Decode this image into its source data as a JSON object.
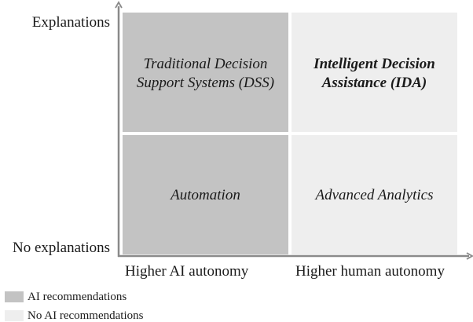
{
  "quadrants": {
    "top_left": [
      "Traditional Decision",
      "Support Systems (DSS)"
    ],
    "top_right": [
      "Intelligent Decision",
      "Assistance (IDA)"
    ],
    "bottom_left": [
      "Automation"
    ],
    "bottom_right": [
      "Advanced Analytics"
    ]
  },
  "axes": {
    "y_top": "Explanations",
    "y_bottom": "No explanations",
    "x_left": "Higher AI autonomy",
    "x_right": "Higher human autonomy"
  },
  "legend": [
    {
      "label": "AI recommendations",
      "color": "#c3c3c3"
    },
    {
      "label": "No AI recommendations",
      "color": "#eeeeee"
    }
  ],
  "colors": {
    "ai": "#c3c3c3",
    "no_ai": "#eeeeee",
    "axis": "#8a8a8a"
  }
}
